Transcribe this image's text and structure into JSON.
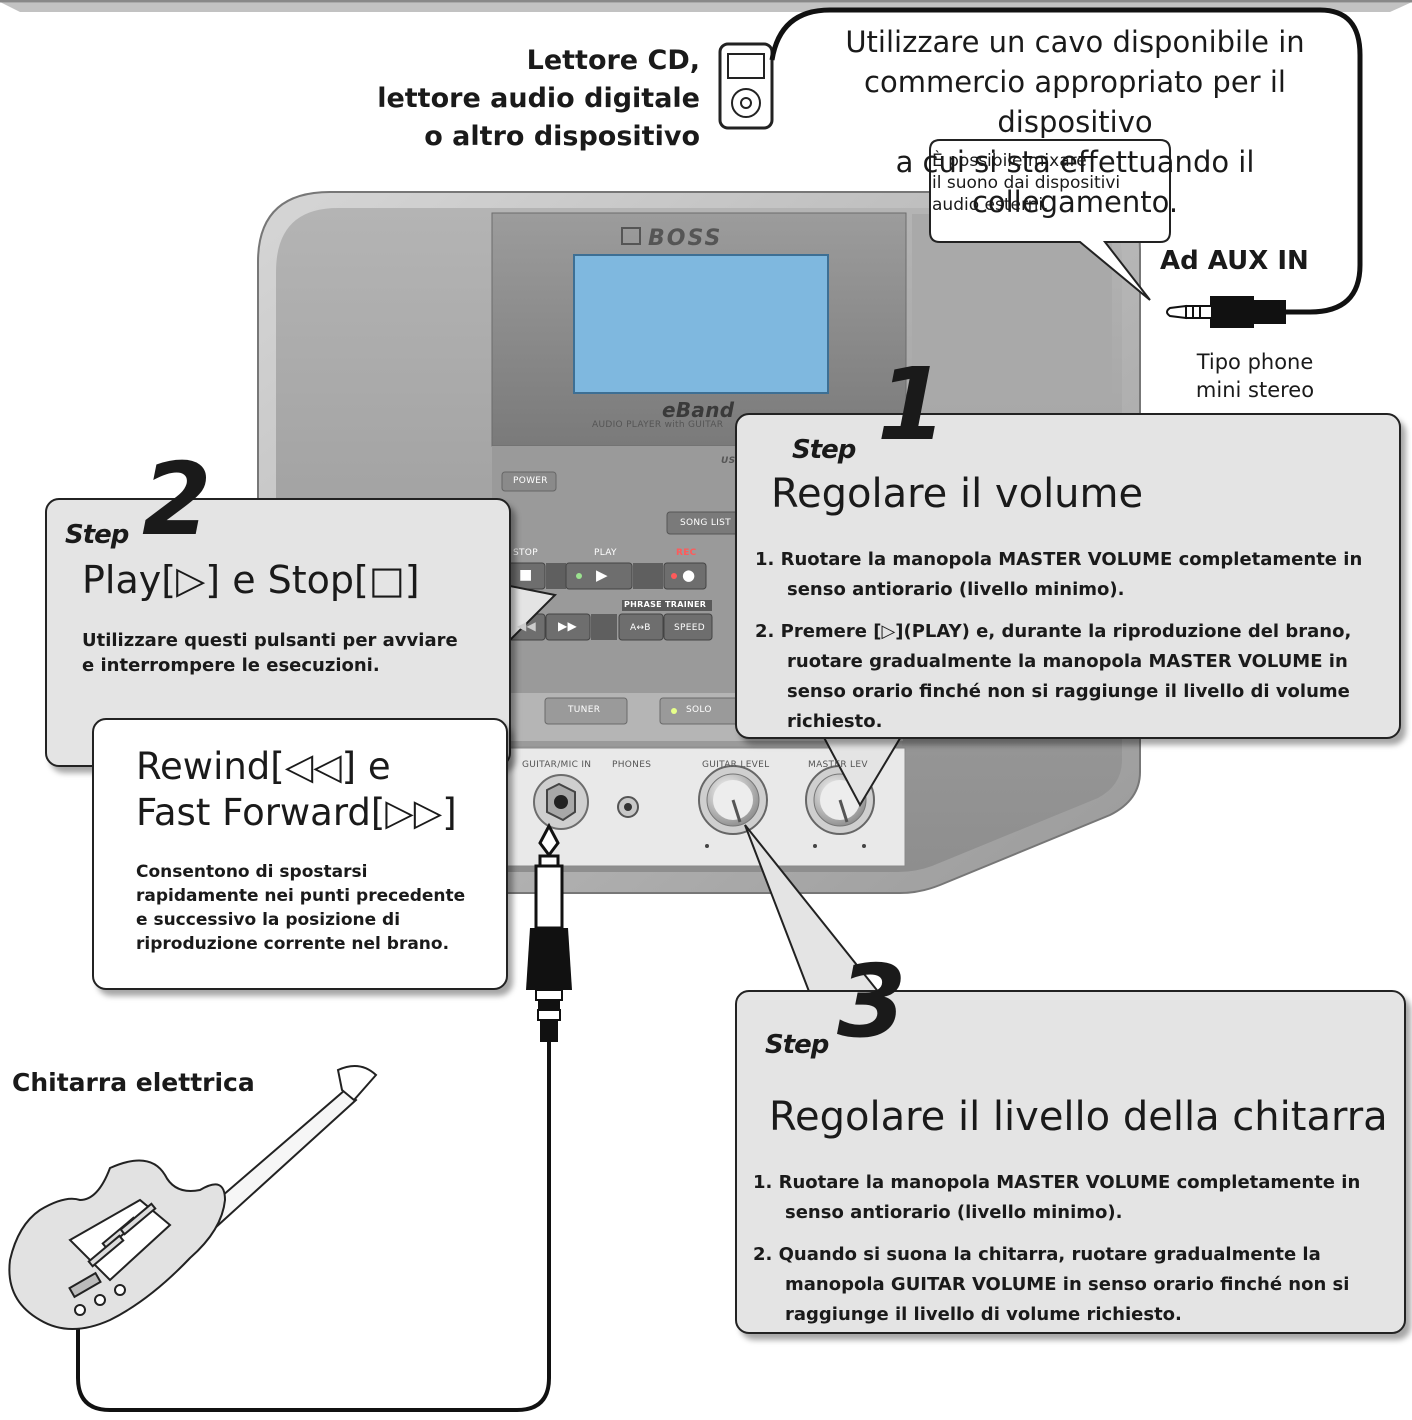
{
  "source_device": {
    "label_lines": [
      "Lettore CD,",
      "lettore audio digitale",
      "o altro dispositivo"
    ]
  },
  "cable_note_lines": [
    "Utilizzare un cavo disponibile in",
    "commercio appropriato per il dispositivo",
    "a cui si sta effettuando il collegamento."
  ],
  "mix_note_lines": [
    "È possibile mixare",
    "il suono dai dispositivi",
    "audio esterni."
  ],
  "aux_label": "Ad AUX IN",
  "plug_type_lines": [
    "Tipo phone",
    "mini stereo"
  ],
  "device": {
    "brand": "BOSS",
    "product": "eBand",
    "product_sub": "AUDIO PLAYER with GUITAR",
    "usb": "US",
    "buttons": {
      "power": "POWER",
      "song_list": "SONG LIST",
      "stop": "STOP",
      "play": "PLAY",
      "rec": "REC",
      "phrase_trainer": "PHRASE TRAINER",
      "ab": "A↔B",
      "speed": "SPEED",
      "tuner": "TUNER",
      "solo": "SOLO"
    },
    "jacks": {
      "guitar_mic_in": "GUITAR/MIC IN",
      "phones": "PHONES",
      "guitar_level": "GUITAR LEVEL",
      "master_level": "MASTER LEV"
    }
  },
  "step_word": "Step",
  "step1": {
    "number": "1",
    "title": "Regolare il volume",
    "items": [
      "1.  Ruotare la manopola MASTER VOLUME completamente in senso antiorario (livello minimo).",
      "2.  Premere [▷](PLAY) e, durante la riproduzione del brano, ruotare gradualmente la manopola MASTER VOLUME in senso orario finché non si raggiunge il livello di volume richiesto."
    ]
  },
  "step2": {
    "number": "2",
    "title": "Play[▷] e Stop[□]",
    "text": "Utilizzare questi pulsanti per avviare e interrompere le esecuzioni."
  },
  "rewind": {
    "title_lines": [
      "Rewind[◁◁] e",
      "Fast Forward[▷▷]"
    ],
    "text": "Consentono di spostarsi rapidamente nei punti precedente e successivo la posizione di riproduzione corrente nel brano."
  },
  "step3": {
    "number": "3",
    "title": "Regolare il livello della chitarra",
    "items": [
      "1. Ruotare la manopola MASTER VOLUME completamente in senso antiorario (livello minimo).",
      "2. Quando si suona la chitarra, ruotare gradualmente la manopola GUITAR VOLUME in senso orario finché non si raggiunge il livello di volume richiesto."
    ]
  },
  "guitar_label": "Chitarra elettrica"
}
